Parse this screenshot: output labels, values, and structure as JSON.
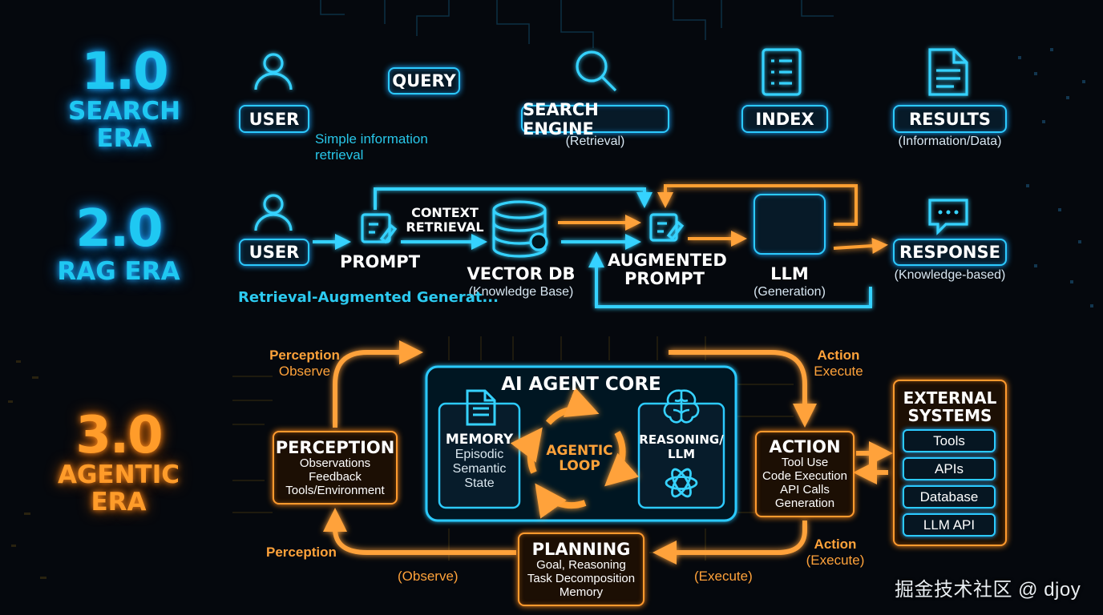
{
  "eras": {
    "search": {
      "number": "1.0",
      "name1": "SEARCH",
      "name2": "ERA"
    },
    "rag": {
      "number": "2.0",
      "name": "RAG ERA"
    },
    "agentic": {
      "number": "3.0",
      "name1": "AGENTIC",
      "name2": "ERA"
    }
  },
  "search_row": {
    "user": "USER",
    "query": "QUERY",
    "search_engine": "SEARCH ENGINE",
    "search_engine_sub": "(Retrieval)",
    "index": "INDEX",
    "results": "RESULTS",
    "results_sub": "(Information/Data)",
    "note_line1": "Simple information",
    "note_line2": "retrieval"
  },
  "rag_row": {
    "user": "USER",
    "prompt": "PROMPT",
    "context_line1": "CONTEXT",
    "context_line2": "RETRIEVAL",
    "vector_db": "VECTOR DB",
    "vector_db_sub": "(Knowledge Base)",
    "augmented_line1": "AUGMENTED",
    "augmented_line2": "PROMPT",
    "llm": "LLM",
    "llm_sub": "(Generation)",
    "response": "RESPONSE",
    "response_sub": "(Knowledge-based)",
    "note": "Retrieval-Augmented Generat..."
  },
  "agentic_row": {
    "core_title": "AI AGENT CORE",
    "memory": {
      "title": "MEMORY",
      "items": [
        "Episodic",
        "Semantic",
        "State"
      ]
    },
    "loop_line1": "AGENTIC",
    "loop_line2": "LOOP",
    "reasoning_line1": "REASONING/",
    "reasoning_line2": "LLM",
    "perception": {
      "title": "PERCEPTION",
      "items": [
        "Observations",
        "Feedback",
        "Tools/Environment"
      ]
    },
    "action": {
      "title": "ACTION",
      "items": [
        "Tool Use",
        "Code Execution",
        "API Calls",
        "Generation"
      ]
    },
    "planning": {
      "title": "PLANNING",
      "items": [
        "Goal, Reasoning",
        "Task Decomposition",
        "Memory"
      ]
    },
    "external": {
      "title_line1": "EXTERNAL",
      "title_line2": "SYSTEMS",
      "items": [
        "Tools",
        "APIs",
        "Database",
        "LLM API"
      ]
    },
    "top_left_label": "Perception",
    "top_left_sub": "Observe",
    "top_right_label": "Action",
    "top_right_sub": "Execute",
    "bottom_left_label": "Perception",
    "bottom_left_sub": "(Observe)",
    "bottom_right_label": "Action",
    "bottom_right_sub": "(Execute)",
    "bottom_mid_right_sub": "(Execute)"
  },
  "watermark": "掘金技术社区 @ djoy",
  "colors": {
    "cyan": "#2ccaff",
    "orange": "#ff9a2e",
    "background": "#05080d"
  }
}
